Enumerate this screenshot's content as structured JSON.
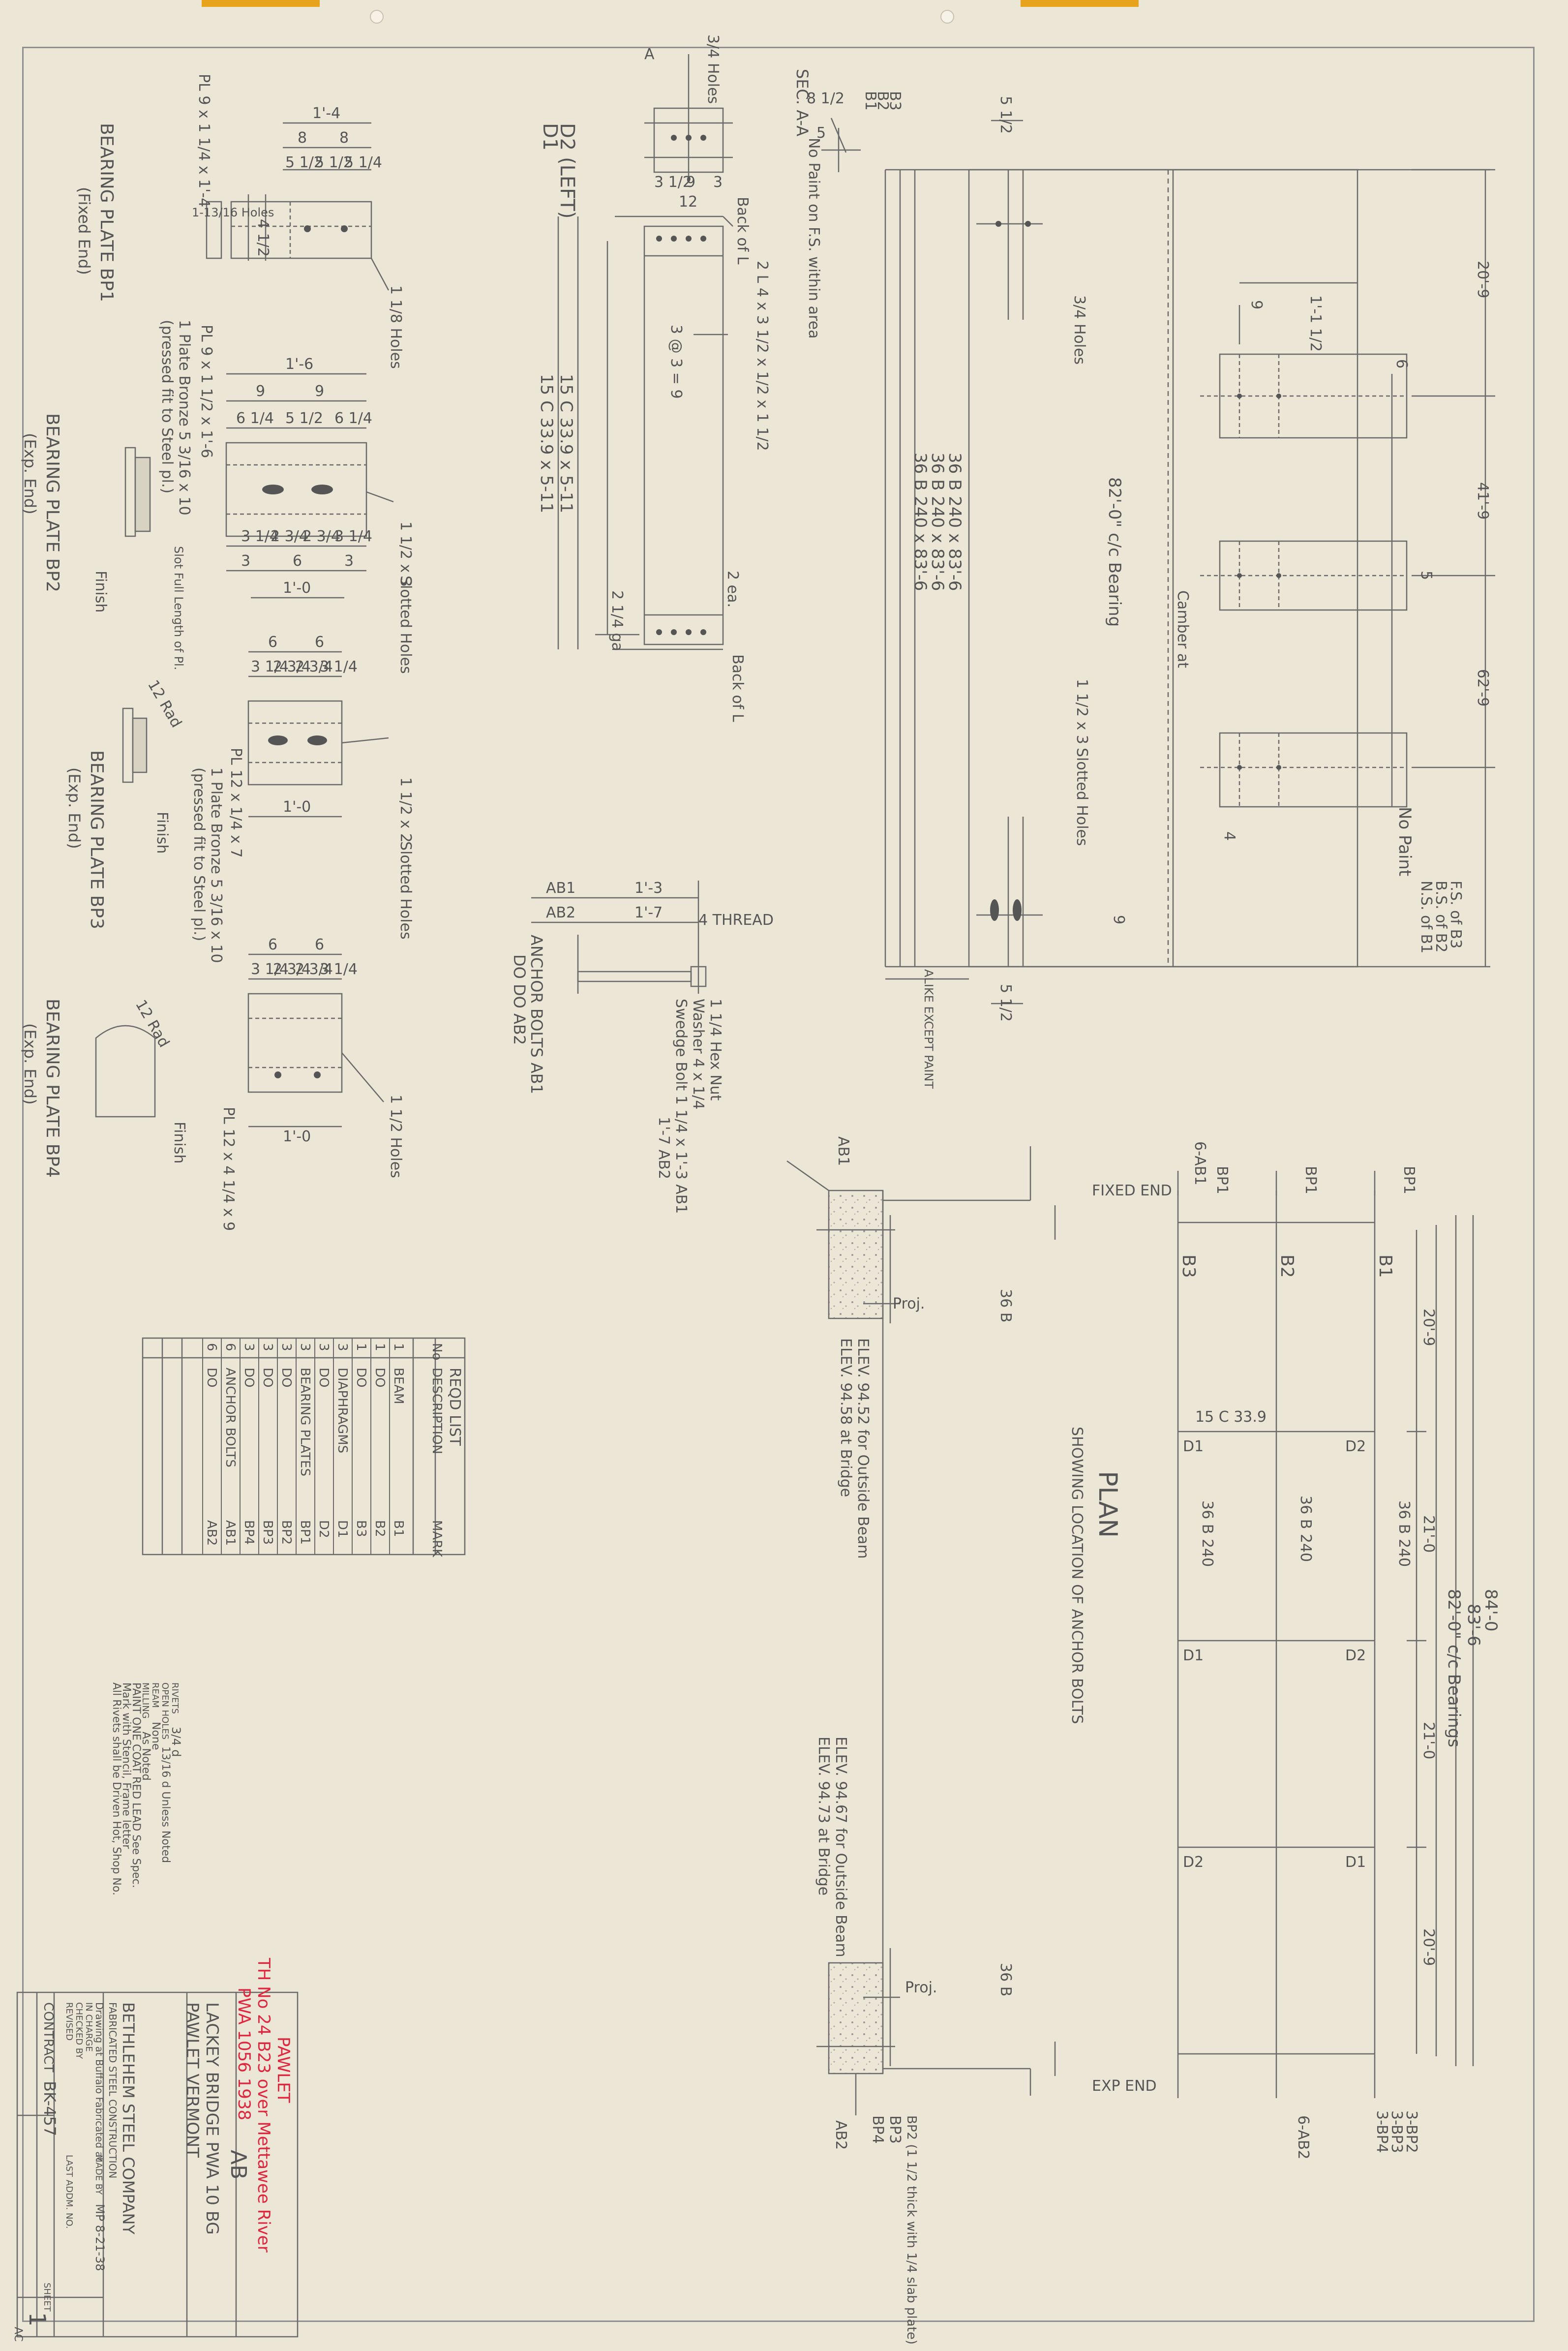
{
  "colors": {
    "paper": "#ece6d6",
    "pencil": "#626262",
    "red_ink": "#e0263f",
    "tape": "#e8a31c"
  },
  "title_block": {
    "company": "BETHLEHEM STEEL COMPANY",
    "subtitle": "FABRICATED STEEL CONSTRUCTION",
    "drawing_at": "Drawing at Buffalo Fabricated at",
    "in_charge": "IN CHARGE",
    "checked_by": "CHECKED BY",
    "revised": "REVISED",
    "made_by": "MADE BY",
    "last_addm": "LAST ADDM. NO.",
    "contract": "CONTRACT",
    "contract_no": "BK-457",
    "sheet_label": "SHEET",
    "sheet_no": "1",
    "project_line1": "LACKEY BRIDGE  PWA 10 BG",
    "project_line2": "PAWLET VERMONT",
    "made_date": "MP 8-21-38",
    "red_line1": "PAWLET",
    "red_line2": "TH No 24 B23 over Mettawee River",
    "red_line3": "PWA 1056 1938",
    "tag": "AB"
  },
  "general_notes": {
    "rivets": "RIVETS",
    "rivets_val": "3/4 d",
    "open_holes": "OPEN HOLES",
    "open_holes_val": "13/16 d Unless Noted",
    "ream": "REAM",
    "ream_val": "None",
    "milling": "MILLING",
    "milling_val": "As Noted",
    "paint": "PAINT ONE COAT RED LEAD See Spec.",
    "extra1": "Mark with Stencil, Frame letter",
    "extra2": "All Rivets shall be Driven Hot, Shop No."
  },
  "bill": {
    "headers": [
      "No",
      "DESCRIPTION",
      "MARK"
    ],
    "rows": [
      [
        "1",
        "BEAM",
        "B1"
      ],
      [
        "1",
        "DO",
        "B2"
      ],
      [
        "1",
        "DO",
        "B3"
      ],
      [
        "3",
        "DIAPHRAGMS",
        "D1"
      ],
      [
        "3",
        "DO",
        "D2"
      ],
      [
        "3",
        "BEARING PLATES",
        "BP1"
      ],
      [
        "3",
        "DO",
        "BP2"
      ],
      [
        "3",
        "DO",
        "BP3"
      ],
      [
        "3",
        "DO",
        "BP4"
      ],
      [
        "6",
        "ANCHOR BOLTS",
        "AB1"
      ],
      [
        "6",
        "DO",
        "AB2"
      ]
    ],
    "title": "REQD LIST"
  },
  "bp1": {
    "title": "BEARING PLATE BP1",
    "sub": "(Fixed End)",
    "plate": "PL 9 x 1 1/4 x 1'-4",
    "dim_total": "1'-4",
    "dims": [
      "8",
      "8",
      "5 1/2",
      "5 1/2",
      "5 1/4"
    ],
    "holes": "1 1/8 Holes",
    "edge": "4 1/2",
    "note": "1-13/16 Holes"
  },
  "bp2": {
    "title": "BEARING PLATE BP2",
    "sub": "(Exp. End)",
    "plate": "PL 9 x 1 1/2 x 1'-6",
    "note1": "1 Plate Bronze 5 3/16 x 10",
    "note2": "(pressed fit to Steel pl.)",
    "dim_total": "1'-6",
    "dims": [
      "9",
      "9",
      "6 1/4",
      "5 1/2",
      "6 1/4"
    ],
    "dims_bot": [
      "3 1/4",
      "2 3/4",
      "2 3/4",
      "3 1/4"
    ],
    "dims_bot2": [
      "3",
      "6",
      "3"
    ],
    "dim_base": "1'-0",
    "slotted": "1 1/2 x 3",
    "slotted_label": "Slotted Holes",
    "finish": "Finish",
    "slot_note": "Slot Full Length of Pl."
  },
  "bp3": {
    "title": "BEARING PLATE BP3",
    "sub": "(Exp. End)",
    "plate": "PL 12 x 1/4 x 7",
    "note1": "1 Plate Bronze 5 3/16 x 10",
    "note2": "(pressed fit to Steel pl.)",
    "dims": [
      "6",
      "6",
      "3 1/4",
      "2 3/4",
      "2 3/4",
      "3 1/4"
    ],
    "dim_base": "1'-0",
    "slotted": "1 1/2 x 2",
    "slotted_label": "Slotted Holes",
    "finish": "Finish",
    "radius": "12 Rad"
  },
  "bp4": {
    "title": "BEARING PLATE BP4",
    "sub": "(Exp. End)",
    "plate": "PL 12 x 4 1/4 x 9",
    "dims": [
      "6",
      "6",
      "3 1/4",
      "2 3/4",
      "2 3/4",
      "3 1/4"
    ],
    "dim_base": "1'-0",
    "holes": "1 1/2 Holes",
    "finish": "Finish",
    "radius": "12 Rad"
  },
  "diaphragm": {
    "d1": "D1",
    "d2": "D2 (LEFT)",
    "section": "SEC. A-A",
    "note_np": "No Paint on F.S. within area",
    "sec_dim": "5",
    "sec_dim2": "8 1/2",
    "angle": "2 L 4 x 3 1/2 x 1/2 x 1 1/2",
    "back": "Back of L",
    "holes": "3/4 Holes",
    "channel1": "15 C 33.9 x 5-11",
    "channel2": "15 C 33.9 x 5-11",
    "dims": [
      "9",
      "3 1/2",
      "12",
      "3"
    ],
    "dim_mid": "3 @ 3 = 9",
    "ea": "2 ea.",
    "ga": "2 1/4 ga",
    "marks": "A"
  },
  "anchor": {
    "ab1": "AB1",
    "ab2": "AB2",
    "len1": "1'-3",
    "len2": "1'-7",
    "thread": "4 THREAD",
    "note1": "1 1/4 Hex Nut",
    "note2": "Washer 4 x 1/4",
    "note3": "Swedge Bolt 1 1/4 x 1'-3 AB1",
    "note4": "1'-7 AB2",
    "title": "ANCHOR BOLTS AB1",
    "title2": "DO DO AB2"
  },
  "beams": {
    "labels": [
      "B1",
      "B2",
      "B3"
    ],
    "sections": [
      "36 B 240 x 83'-6",
      "36 B 240 x 83'-6",
      "36 B 240 x 83'-6"
    ],
    "span": "82'-0\" c/c Bearing",
    "camber": "Camber at",
    "dim_top": "5 1/2",
    "dim_bot": "5 1/2",
    "holes": "3/4 Holes",
    "slotted": "1 1/2 x 3",
    "slotted_label": "Slotted Holes",
    "no_paint": "No Paint",
    "ns_b1": "N.S. of B1",
    "bs_b2": "B.S. of B2",
    "fs_b3": "F.S. of B3",
    "alike": "ALIKE EXCEPT PAINT",
    "segments": [
      "20'-9",
      "41'-9",
      "62'-9"
    ],
    "d_dims": [
      "9",
      "1'-1 1/2"
    ],
    "small": [
      "6",
      "5",
      "4"
    ],
    "end9": "9"
  },
  "plan": {
    "title": "PLAN",
    "subtitle": "SHOWING LOCATION OF ANCHOR BOLTS",
    "fixed_end": "FIXED END",
    "exp_end": "EXP END",
    "ab1": "AB1",
    "ab2": "AB2",
    "six_ab1": "6-AB1",
    "bp1": "BP1",
    "bearings": [
      "3-BP2",
      "3-BP3",
      "3-BP4",
      "6-AB2"
    ],
    "beam_marks": [
      "B1",
      "B2",
      "B3"
    ],
    "d_marks": [
      "D1",
      "D2",
      "D1",
      "D2",
      "D2",
      "D1"
    ],
    "beam_text": [
      "36 B 240",
      "36 B 240",
      "36 B 240"
    ],
    "c_text": "15 C 33.9",
    "overall": "84'-0",
    "overall2": "83'-6",
    "span": "82'-0\" c/c Bearings",
    "seg": [
      "20'-9",
      "21'-0",
      "21'-0",
      "20'-9"
    ],
    "elev1": "ELEV. 94.52 for Outside Beam",
    "elev2": "ELEV. 94.58 at Bridge",
    "elev3": "ELEV. 94.67 for Outside Beam",
    "elev4": "ELEV. 94.73 at Bridge",
    "proj": "Proj.",
    "proj2": "Proj.",
    "bp_note": "BP2 (1 1/2 thick with 1/4 slab plate)",
    "bp3": "BP3",
    "bp4": "BP4",
    "b36": "36 B"
  },
  "corner": "AC"
}
